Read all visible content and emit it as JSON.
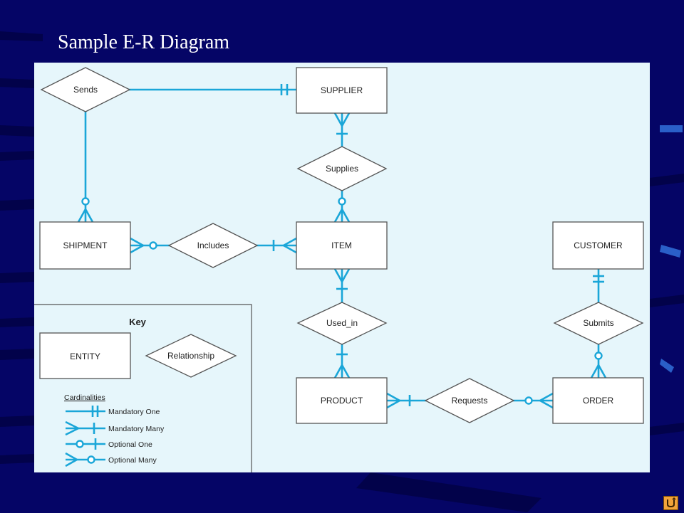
{
  "slide": {
    "title": "Sample E-R Diagram"
  },
  "diagram": {
    "entities": {
      "supplier": "SUPPLIER",
      "shipment": "SHIPMENT",
      "item": "ITEM",
      "customer": "CUSTOMER",
      "product": "PRODUCT",
      "order": "ORDER"
    },
    "relationships": {
      "sends": "Sends",
      "supplies": "Supplies",
      "includes": "Includes",
      "used_in": "Used_in",
      "submits": "Submits",
      "requests": "Requests"
    }
  },
  "key": {
    "title": "Key",
    "entity_label": "ENTITY",
    "relationship_label": "Relationship",
    "cardinalities_heading": "Cardinalities",
    "cardinalities": [
      "Mandatory One",
      "Mandatory Many",
      "Optional One",
      "Optional Many"
    ]
  },
  "colors": {
    "background": "#050566",
    "panel": "#e6f6fb",
    "connector": "#1aa6d8",
    "nav_button": "#f2a23a"
  },
  "nav": {
    "icon": "return-icon"
  }
}
